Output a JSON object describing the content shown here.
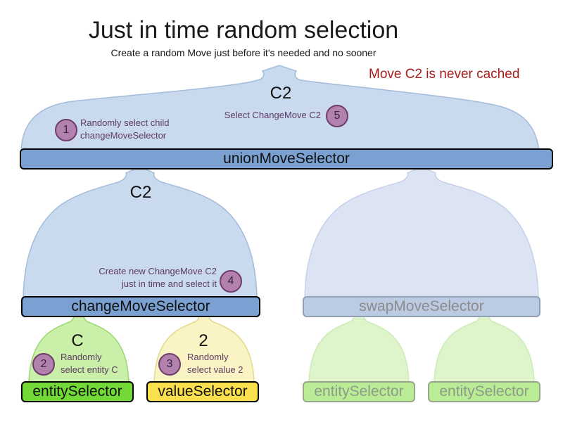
{
  "title": "Just in time random selection",
  "subtitle": "Create a random Move just before it's needed and no sooner",
  "note": "Move C2 is never cached",
  "colors": {
    "note_red": "#a61c1c",
    "selector_bar_blue": "#7aa1d1",
    "dome_blue": "#c9d9ee",
    "faded_bar_blue": "#bccbe4",
    "entity_bar_green": "#72d936",
    "dome_green": "#c9efa9",
    "value_bar_yellow": "#fae04d",
    "dome_yellow": "#faf4c5",
    "faded_bar_green": "#b9ec95",
    "badge_purple": "#b281ae",
    "badge_border_purple": "#6e3d6a",
    "annotation_purple": "#5e3a64"
  },
  "nodes": {
    "union": {
      "label": "unionMoveSelector",
      "output": "C2"
    },
    "change": {
      "label": "changeMoveSelector",
      "output": "C2"
    },
    "swap": {
      "label": "swapMoveSelector"
    },
    "entity": {
      "label": "entitySelector",
      "output": "C"
    },
    "value": {
      "label": "valueSelector",
      "output": "2"
    },
    "faded_entity_left": {
      "label": "entitySelector"
    },
    "faded_entity_right": {
      "label": "entitySelector"
    }
  },
  "steps": {
    "s1": {
      "num": "1",
      "line1": "Randomly select child",
      "line2": "changeMoveSelector"
    },
    "s2": {
      "num": "2",
      "line1": "Randomly",
      "line2": "select entity C"
    },
    "s3": {
      "num": "3",
      "line1": "Randomly",
      "line2": "select value 2"
    },
    "s4": {
      "num": "4",
      "line1": "Create new ChangeMove C2",
      "line2": "just in time and select it"
    },
    "s5": {
      "num": "5",
      "line1": "Select ChangeMove C2"
    }
  }
}
